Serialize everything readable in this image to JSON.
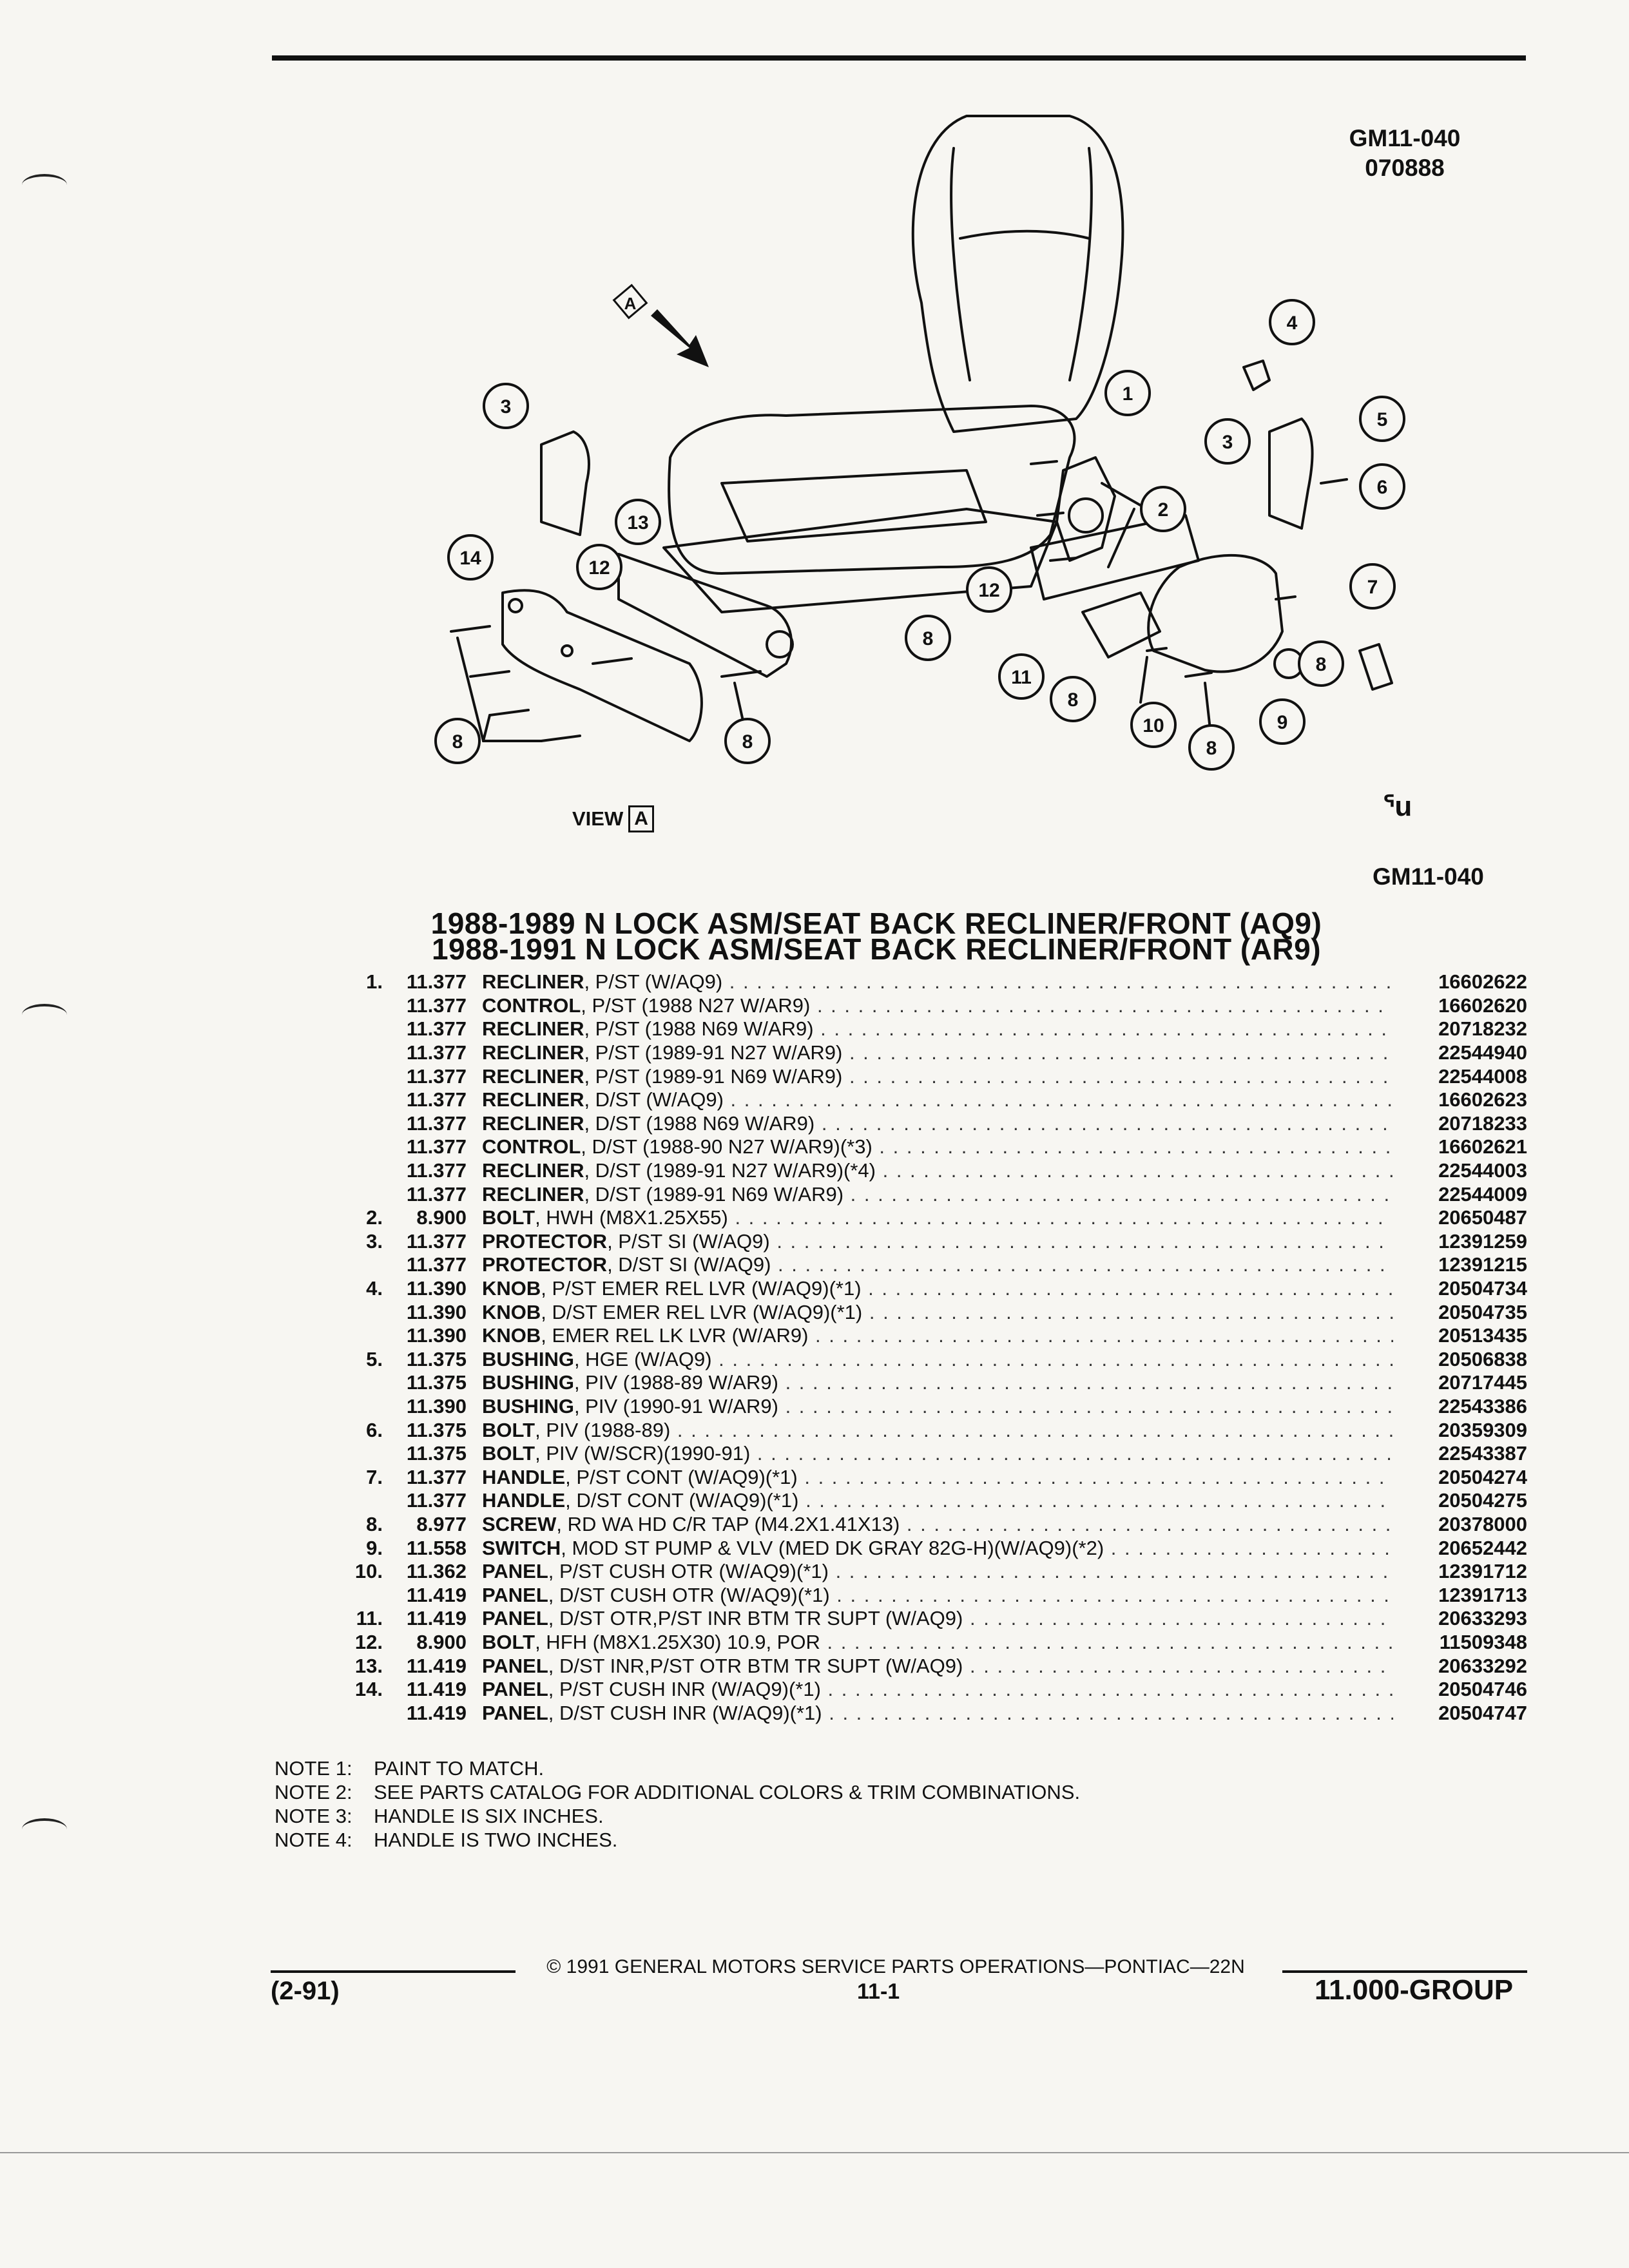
{
  "header": {
    "code_line1": "GM11-040",
    "code_line2": "070888",
    "code_bottom": "GM11-040",
    "view_label": "VIEW",
    "view_letter": "A",
    "mark": "ᕐu"
  },
  "callouts": [
    "1",
    "2",
    "3",
    "3",
    "4",
    "5",
    "6",
    "7",
    "8",
    "8",
    "8",
    "8",
    "8",
    "8",
    "8",
    "9",
    "10",
    "11",
    "12",
    "12",
    "13",
    "14",
    "A"
  ],
  "title": {
    "line1": "1988-1989 N LOCK ASM/SEAT BACK RECLINER/FRONT (AQ9)",
    "line2": "1988-1991 N LOCK ASM/SEAT BACK RECLINER/FRONT (AR9)"
  },
  "parts": [
    {
      "num": "1.",
      "grp": "11.377",
      "name": "RECLINER",
      "spec": ", P/ST (W/AQ9)",
      "pn": "16602622"
    },
    {
      "num": "",
      "grp": "11.377",
      "name": "CONTROL",
      "spec": ", P/ST (1988 N27 W/AR9)",
      "pn": "16602620"
    },
    {
      "num": "",
      "grp": "11.377",
      "name": "RECLINER",
      "spec": ", P/ST (1988 N69 W/AR9)",
      "pn": "20718232"
    },
    {
      "num": "",
      "grp": "11.377",
      "name": "RECLINER",
      "spec": ", P/ST (1989-91 N27 W/AR9)",
      "pn": "22544940"
    },
    {
      "num": "",
      "grp": "11.377",
      "name": "RECLINER",
      "spec": ", P/ST (1989-91 N69 W/AR9)",
      "pn": "22544008"
    },
    {
      "num": "",
      "grp": "11.377",
      "name": "RECLINER",
      "spec": ", D/ST (W/AQ9)",
      "pn": "16602623"
    },
    {
      "num": "",
      "grp": "11.377",
      "name": "RECLINER",
      "spec": ", D/ST (1988 N69 W/AR9)",
      "pn": "20718233"
    },
    {
      "num": "",
      "grp": "11.377",
      "name": "CONTROL",
      "spec": ", D/ST (1988-90 N27 W/AR9)(*3)",
      "pn": "16602621"
    },
    {
      "num": "",
      "grp": "11.377",
      "name": "RECLINER",
      "spec": ", D/ST (1989-91 N27 W/AR9)(*4)",
      "pn": "22544003"
    },
    {
      "num": "",
      "grp": "11.377",
      "name": "RECLINER",
      "spec": ", D/ST (1989-91 N69 W/AR9)",
      "pn": "22544009"
    },
    {
      "num": "2.",
      "grp": "8.900",
      "name": "BOLT",
      "spec": ", HWH (M8X1.25X55)",
      "pn": "20650487"
    },
    {
      "num": "3.",
      "grp": "11.377",
      "name": "PROTECTOR",
      "spec": ", P/ST SI (W/AQ9)",
      "pn": "12391259"
    },
    {
      "num": "",
      "grp": "11.377",
      "name": "PROTECTOR",
      "spec": ", D/ST SI (W/AQ9)",
      "pn": "12391215"
    },
    {
      "num": "4.",
      "grp": "11.390",
      "name": "KNOB",
      "spec": ", P/ST EMER REL LVR (W/AQ9)(*1)",
      "pn": "20504734"
    },
    {
      "num": "",
      "grp": "11.390",
      "name": "KNOB",
      "spec": ", D/ST EMER REL LVR (W/AQ9)(*1)",
      "pn": "20504735"
    },
    {
      "num": "",
      "grp": "11.390",
      "name": "KNOB",
      "spec": ", EMER REL LK LVR (W/AR9)",
      "pn": "20513435"
    },
    {
      "num": "5.",
      "grp": "11.375",
      "name": "BUSHING",
      "spec": ", HGE (W/AQ9)",
      "pn": "20506838"
    },
    {
      "num": "",
      "grp": "11.375",
      "name": "BUSHING",
      "spec": ", PIV (1988-89 W/AR9)",
      "pn": "20717445"
    },
    {
      "num": "",
      "grp": "11.390",
      "name": "BUSHING",
      "spec": ", PIV (1990-91 W/AR9)",
      "pn": "22543386"
    },
    {
      "num": "6.",
      "grp": "11.375",
      "name": "BOLT",
      "spec": ", PIV (1988-89)",
      "pn": "20359309"
    },
    {
      "num": "",
      "grp": "11.375",
      "name": "BOLT",
      "spec": ", PIV (W/SCR)(1990-91)",
      "pn": "22543387"
    },
    {
      "num": "7.",
      "grp": "11.377",
      "name": "HANDLE",
      "spec": ", P/ST CONT (W/AQ9)(*1)",
      "pn": "20504274"
    },
    {
      "num": "",
      "grp": "11.377",
      "name": "HANDLE",
      "spec": ", D/ST CONT (W/AQ9)(*1)",
      "pn": "20504275"
    },
    {
      "num": "8.",
      "grp": "8.977",
      "name": "SCREW",
      "spec": ", RD WA HD C/R TAP (M4.2X1.41X13)",
      "pn": "20378000"
    },
    {
      "num": "9.",
      "grp": "11.558",
      "name": "SWITCH",
      "spec": ", MOD ST PUMP & VLV (MED DK GRAY 82G-H)(W/AQ9)(*2)",
      "pn": "20652442"
    },
    {
      "num": "10.",
      "grp": "11.362",
      "name": "PANEL",
      "spec": ", P/ST CUSH OTR (W/AQ9)(*1)",
      "pn": "12391712"
    },
    {
      "num": "",
      "grp": "11.419",
      "name": "PANEL",
      "spec": ", D/ST CUSH OTR (W/AQ9)(*1)",
      "pn": "12391713"
    },
    {
      "num": "11.",
      "grp": "11.419",
      "name": "PANEL",
      "spec": ", D/ST OTR,P/ST INR BTM TR SUPT (W/AQ9)",
      "pn": "20633293"
    },
    {
      "num": "12.",
      "grp": "8.900",
      "name": "BOLT",
      "spec": ", HFH (M8X1.25X30) 10.9, POR",
      "pn": "11509348"
    },
    {
      "num": "13.",
      "grp": "11.419",
      "name": "PANEL",
      "spec": ", D/ST INR,P/ST OTR BTM TR SUPT (W/AQ9)",
      "pn": "20633292"
    },
    {
      "num": "14.",
      "grp": "11.419",
      "name": "PANEL",
      "spec": ", P/ST CUSH INR (W/AQ9)(*1)",
      "pn": "20504746"
    },
    {
      "num": "",
      "grp": "11.419",
      "name": "PANEL",
      "spec": ", D/ST CUSH INR (W/AQ9)(*1)",
      "pn": "20504747"
    }
  ],
  "notes": [
    {
      "label": "NOTE  1:",
      "text": "PAINT TO MATCH."
    },
    {
      "label": "NOTE  2:",
      "text": "SEE PARTS CATALOG FOR ADDITIONAL COLORS & TRIM COMBINATIONS."
    },
    {
      "label": "NOTE  3:",
      "text": "HANDLE IS SIX INCHES."
    },
    {
      "label": "NOTE  4:",
      "text": "HANDLE IS TWO INCHES."
    }
  ],
  "footer": {
    "copyright": "© 1991 GENERAL MOTORS SERVICE PARTS OPERATIONS—PONTIAC—22N",
    "date": "(2-91)",
    "page": "11-1",
    "group": "11.000-GROUP"
  }
}
